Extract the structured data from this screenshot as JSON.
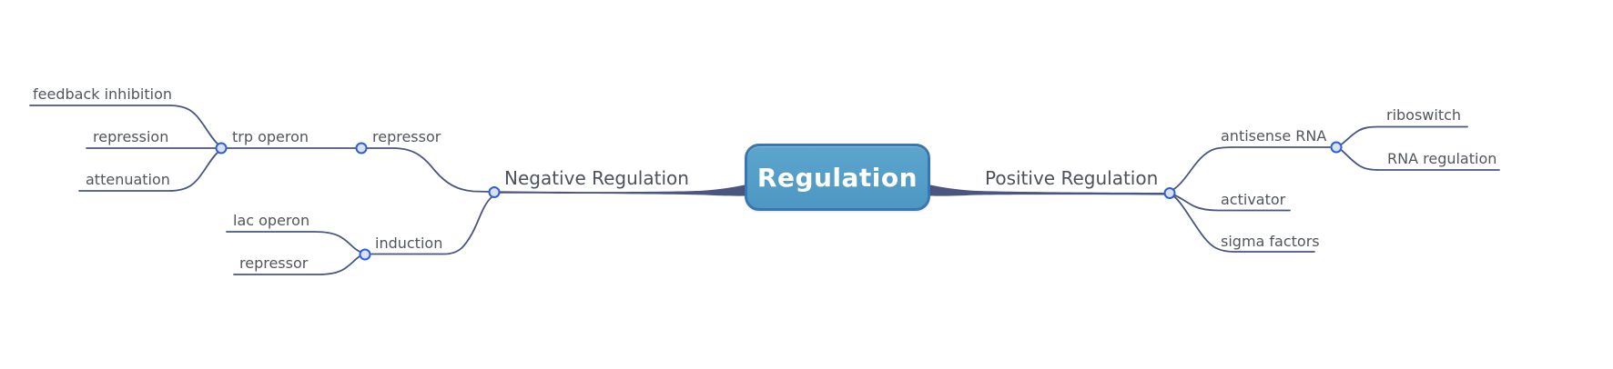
{
  "colors": {
    "edge_color": "#4a5680",
    "expander_border": "#2e5fd8",
    "expander_fill": "#dbe1f4",
    "root_fill_top": "#5ca5cd",
    "root_fill_bottom": "#4d97c3",
    "root_border": "#3a76b2",
    "root_text_color": "#ffffff",
    "label_color": "#51565c",
    "branch_label_color": "#4c525a"
  },
  "mindmap": {
    "root": {
      "label": "Regulation"
    },
    "left_branch": {
      "label": "Negative Regulation",
      "children": [
        {
          "label": "repressor",
          "children": [
            {
              "label": "trp operon",
              "children": [
                {
                  "label": "feedback inhibition"
                },
                {
                  "label": "repression"
                },
                {
                  "label": "attenuation"
                }
              ]
            }
          ]
        },
        {
          "label": "induction",
          "children": [
            {
              "label": "lac operon"
            },
            {
              "label": "repressor"
            }
          ]
        }
      ]
    },
    "right_branch": {
      "label": "Positive Regulation",
      "children": [
        {
          "label": "antisense RNA",
          "children": [
            {
              "label": "riboswitch"
            },
            {
              "label": "RNA regulation"
            }
          ]
        },
        {
          "label": "activator"
        },
        {
          "label": "sigma factors"
        }
      ]
    }
  }
}
